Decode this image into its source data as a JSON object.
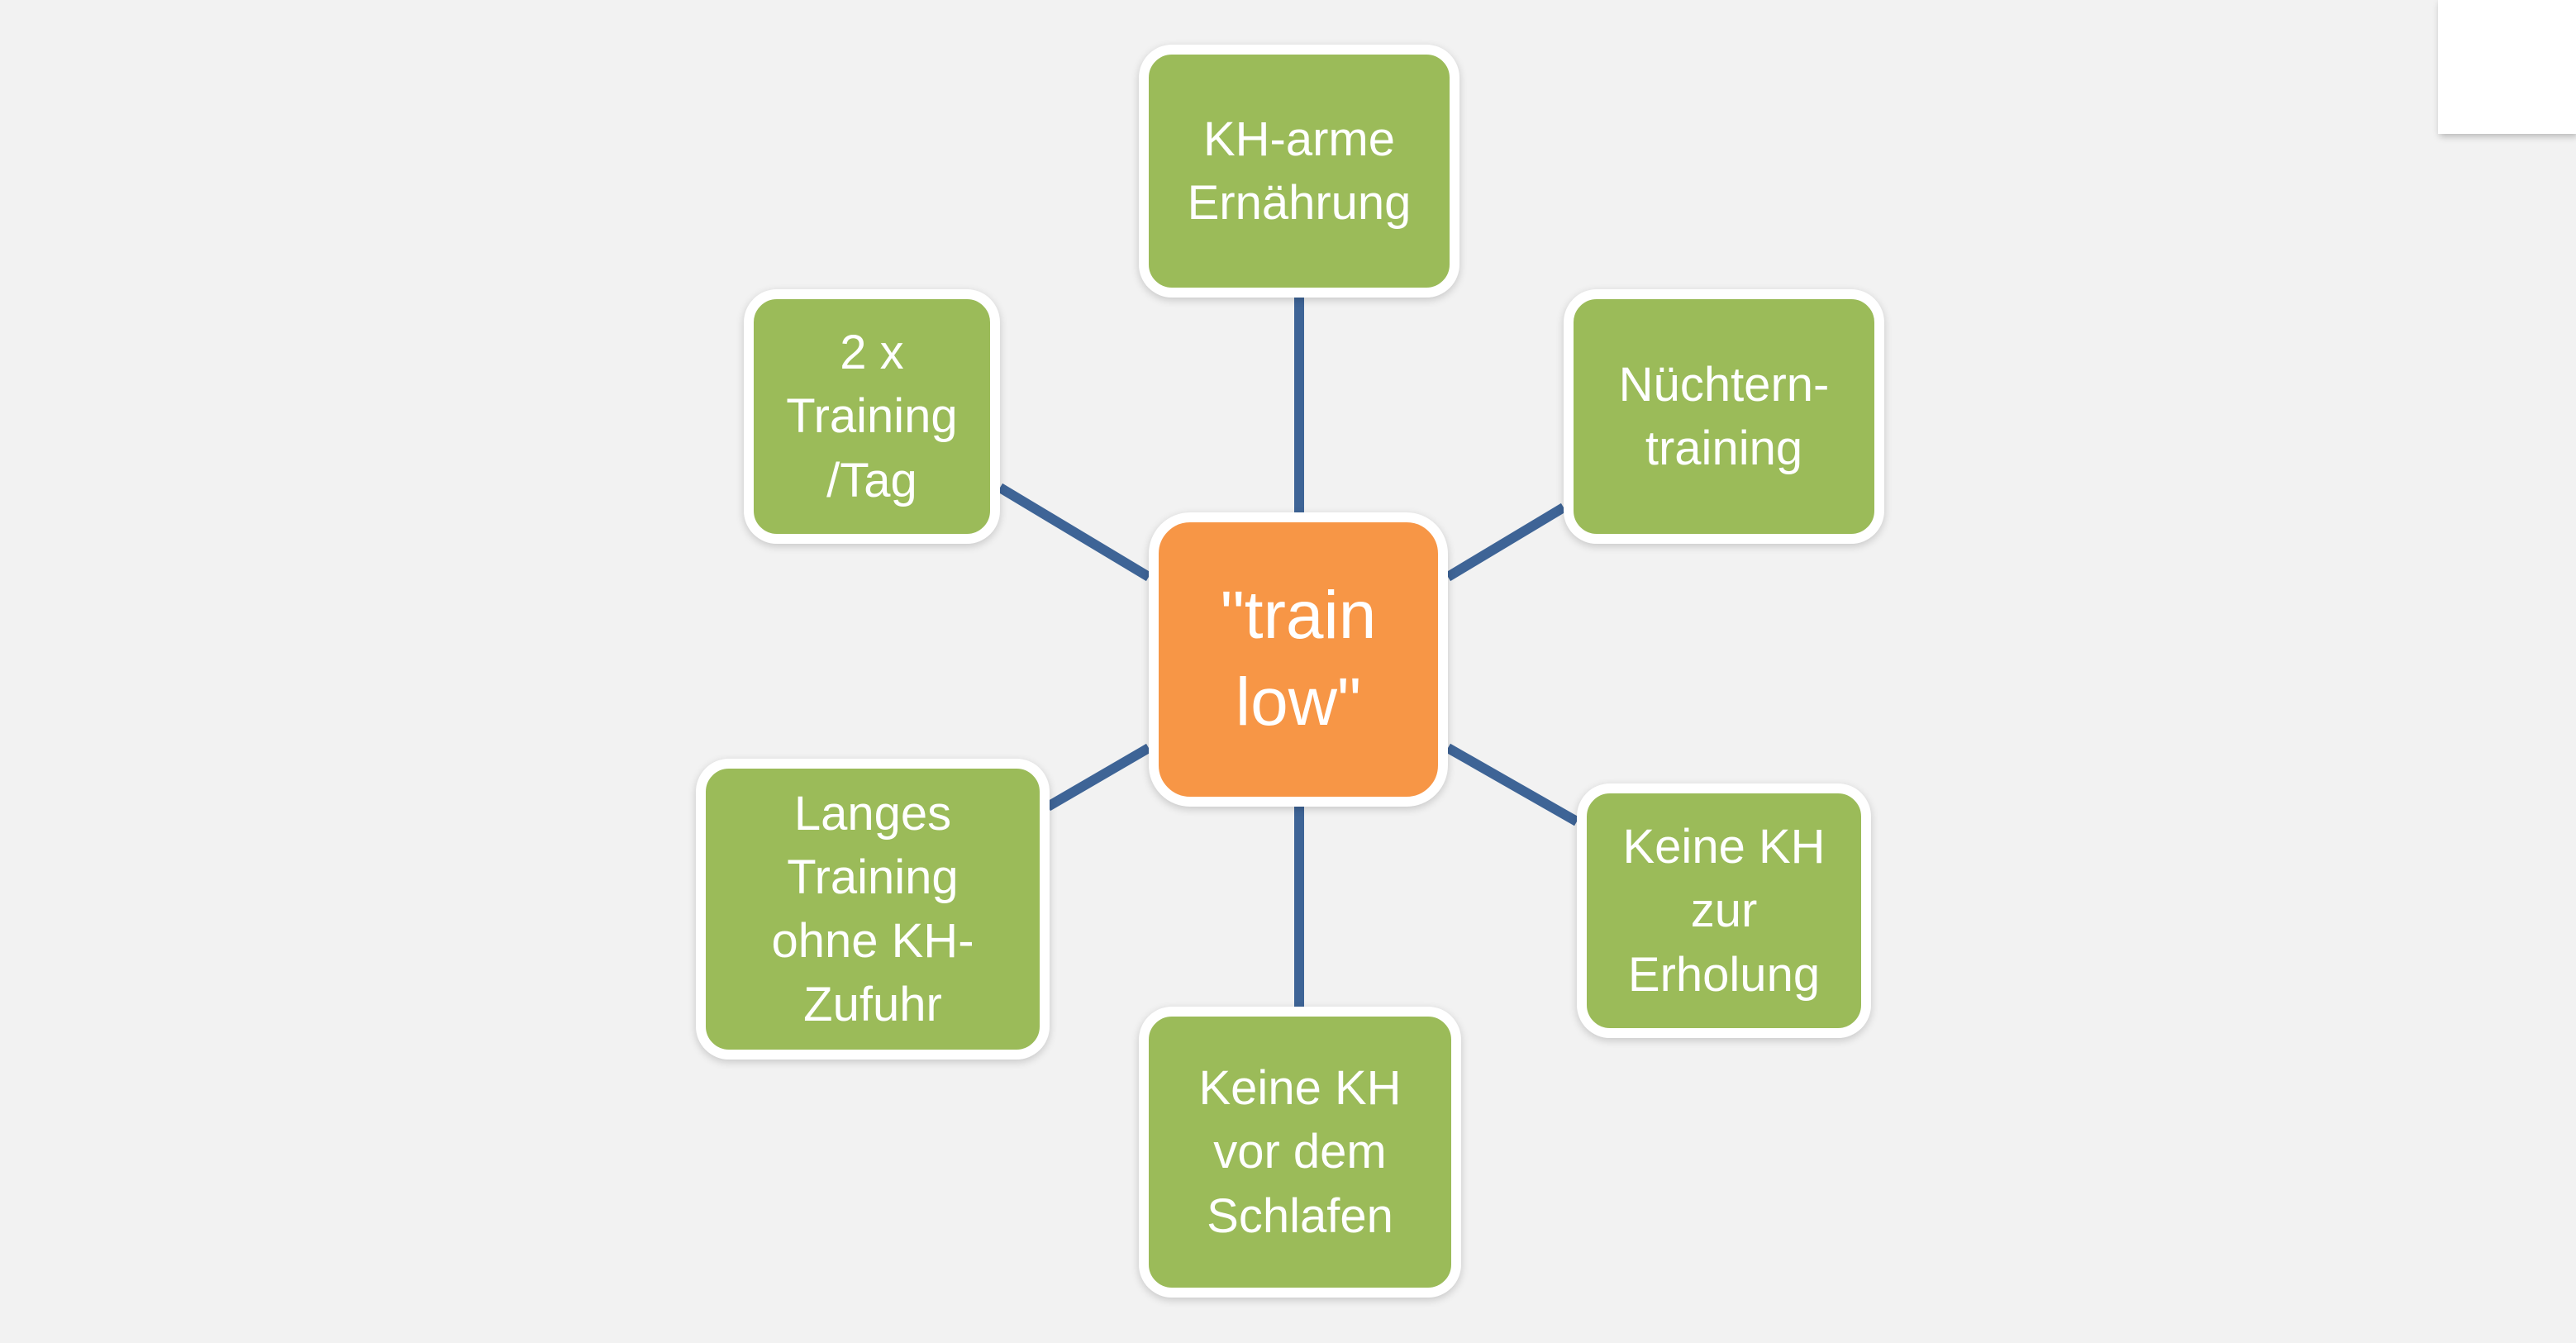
{
  "diagram": {
    "center": {
      "label": "\"train\nlow\""
    },
    "nodes": [
      {
        "id": "kh-arme-ernaehrung",
        "label": "KH-arme\nErnährung"
      },
      {
        "id": "nuechterntraining",
        "label": "Nüchtern-\ntraining"
      },
      {
        "id": "keine-kh-zur-erholung",
        "label": "Keine KH\nzur\nErholung"
      },
      {
        "id": "keine-kh-vor-dem-schlafen",
        "label": "Keine KH\nvor dem\nSchlafen"
      },
      {
        "id": "langes-training-ohne-kh-zufuhr",
        "label": "Langes\nTraining\nohne KH-\nZufuhr"
      },
      {
        "id": "zwei-x-training-tag",
        "label": "2 x\nTraining\n/Tag"
      }
    ],
    "connections": [
      {
        "from": "center",
        "to": "kh-arme-ernaehrung"
      },
      {
        "from": "center",
        "to": "nuechterntraining"
      },
      {
        "from": "center",
        "to": "keine-kh-zur-erholung"
      },
      {
        "from": "center",
        "to": "keine-kh-vor-dem-schlafen"
      },
      {
        "from": "center",
        "to": "langes-training-ohne-kh-zufuhr"
      },
      {
        "from": "center",
        "to": "zwei-x-training-tag"
      }
    ],
    "colors": {
      "background": "#f2f2f2",
      "center_fill": "#f79646",
      "node_fill": "#9bbb59",
      "connector": "#3e6496",
      "text": "#ffffff",
      "border": "#ffffff"
    }
  }
}
